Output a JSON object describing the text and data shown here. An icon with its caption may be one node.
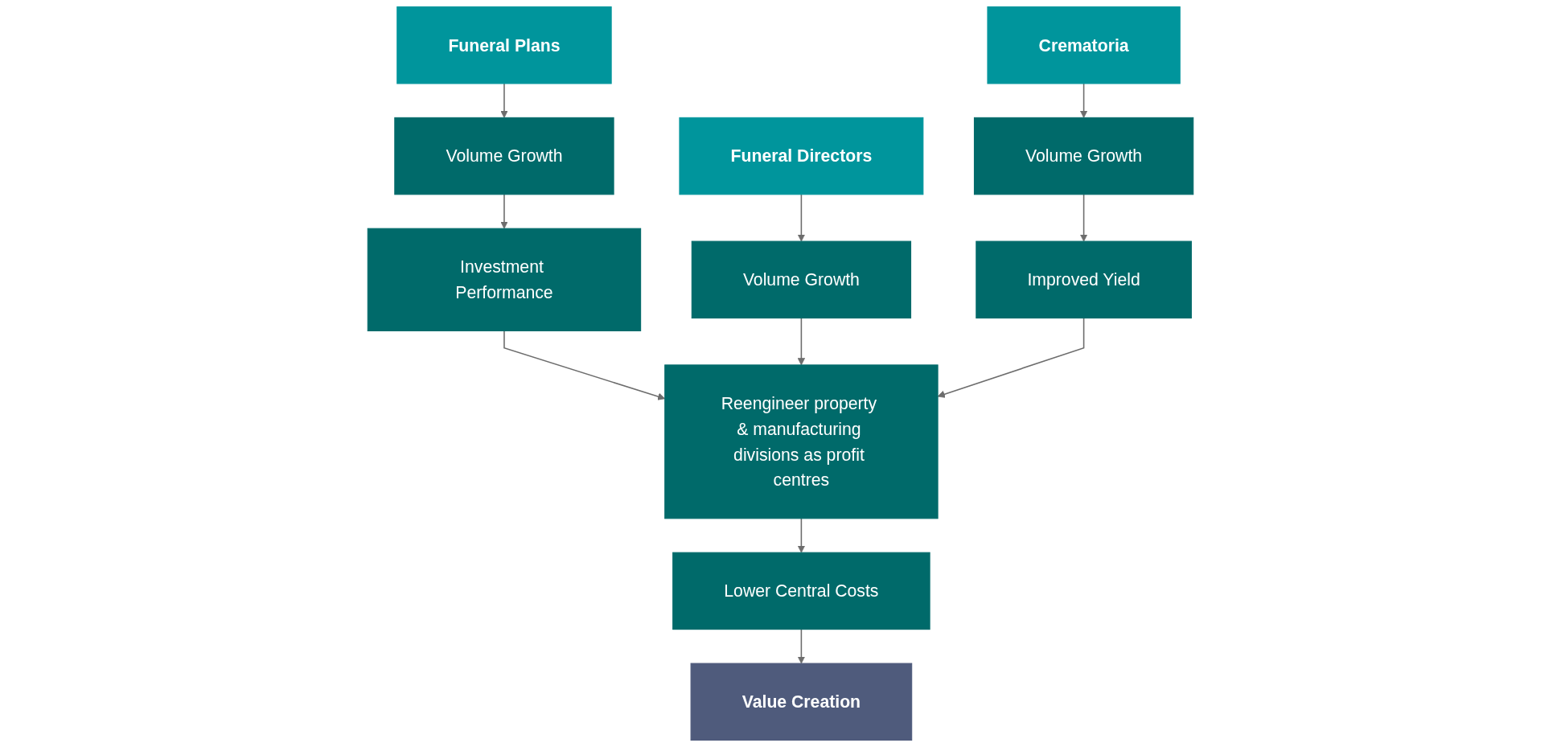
{
  "diagram": {
    "nodes": [
      {
        "text": [
          "Funeral Plans"
        ]
      },
      {
        "text": [
          "Funeral Directors"
        ]
      },
      {
        "text": [
          "Crematoria"
        ]
      },
      {
        "text": [
          "Volume Growth"
        ]
      },
      {
        "text": [
          "Volume Growth"
        ]
      },
      {
        "text": [
          "Volume Growth"
        ]
      },
      {
        "text": [
          "Investment Performance"
        ]
      },
      {
        "text": [
          "Improved Yield"
        ]
      },
      {
        "text": [
          "Reengineer property & manufacturing divisions as profit centres"
        ]
      },
      {
        "text": [
          "Lower Central Costs"
        ]
      },
      {
        "text": [
          "Value Creation"
        ]
      }
    ],
    "edges": [
      {
        "from": 0,
        "to": 3,
        "arrow": "to"
      },
      {
        "from": 1,
        "to": 4,
        "arrow": "to"
      },
      {
        "from": 2,
        "to": 5,
        "arrow": "to"
      },
      {
        "from": 3,
        "to": 6,
        "arrow": "to"
      },
      {
        "from": 5,
        "to": 7,
        "arrow": "to"
      },
      {
        "from": 6,
        "to": 8,
        "arrow": "to"
      },
      {
        "from": 4,
        "to": 8,
        "arrow": "to"
      },
      {
        "from": 7,
        "to": 8,
        "arrow": "to"
      },
      {
        "from": 8,
        "to": 9,
        "arrow": "to"
      },
      {
        "from": 9,
        "to": 10,
        "arrow": "to"
      }
    ]
  }
}
